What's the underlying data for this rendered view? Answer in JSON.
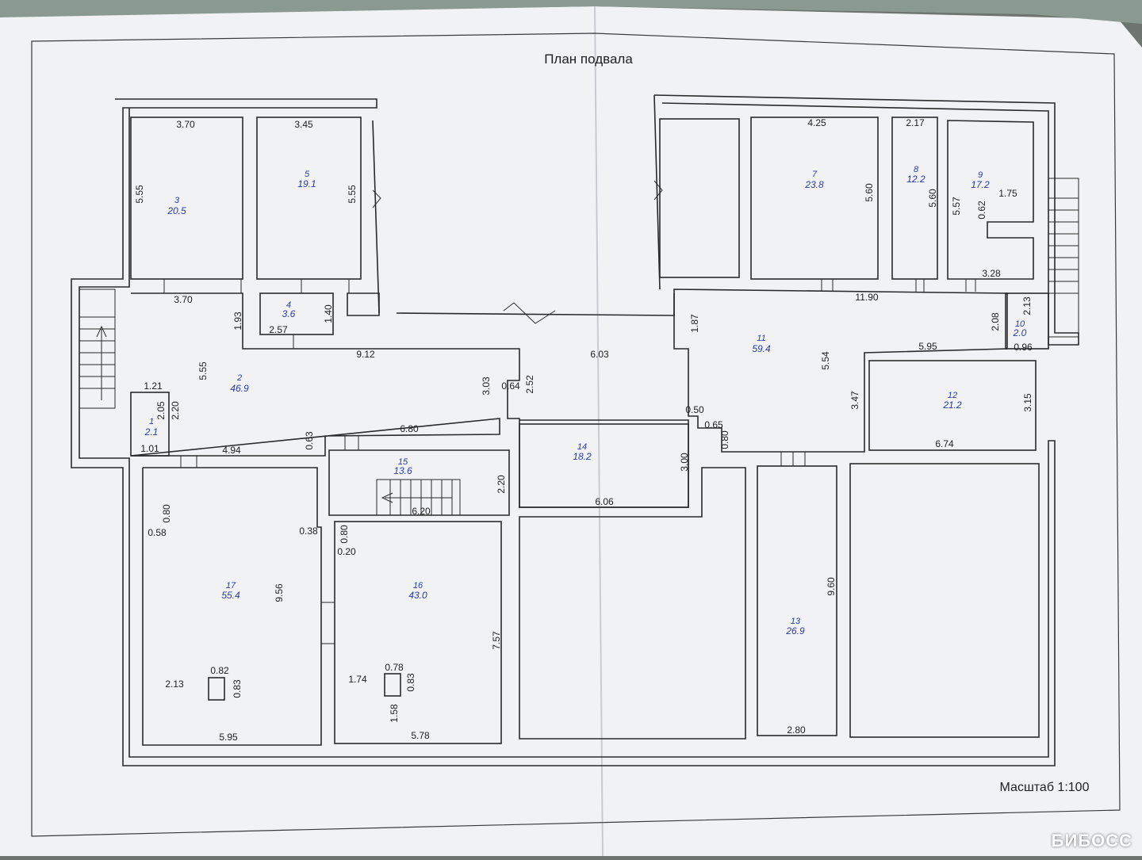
{
  "title": "План подвала",
  "scale": "Масштаб 1:100",
  "watermark": "БИБОСС",
  "rooms": [
    {
      "num": "1",
      "area": "2.1"
    },
    {
      "num": "2",
      "area": "46.9"
    },
    {
      "num": "3",
      "area": "20.5"
    },
    {
      "num": "4",
      "area": "3.6"
    },
    {
      "num": "5",
      "area": "19.1"
    },
    {
      "num": "7",
      "area": "23.8"
    },
    {
      "num": "8",
      "area": "12.2"
    },
    {
      "num": "9",
      "area": "17.2"
    },
    {
      "num": "10",
      "area": "2.0"
    },
    {
      "num": "11",
      "area": "59.4"
    },
    {
      "num": "12",
      "area": "21.2"
    },
    {
      "num": "13",
      "area": "26.9"
    },
    {
      "num": "14",
      "area": "18.2"
    },
    {
      "num": "15",
      "area": "13.6"
    },
    {
      "num": "16",
      "area": "43.0"
    },
    {
      "num": "17",
      "area": "55.4"
    }
  ],
  "dimensions": [
    "3.70",
    "3.45",
    "5.55",
    "5.55",
    "4.25",
    "5.60",
    "2.17",
    "5.60",
    "5.57",
    "0.62",
    "1.75",
    "3.28",
    "3.70",
    "1.93",
    "1.40",
    "2.57",
    "9.12",
    "6.03",
    "1.87",
    "11.90",
    "2.13",
    "2.08",
    "0.96",
    "5.95",
    "5.54",
    "5.55",
    "1.21",
    "2.05",
    "2.20",
    "1.01",
    "4.94",
    "0.63",
    "6.80",
    "3.03",
    "0.64",
    "2.52",
    "0.50",
    "0.65",
    "0.80",
    "3.47",
    "3.15",
    "6.74",
    "2.20",
    "6.20",
    "3.00",
    "6.06",
    "0.80",
    "0.58",
    "0.38",
    "0.80",
    "0.20",
    "9.56",
    "7.57",
    "9.60",
    "0.82",
    "0.83",
    "2.13",
    "0.78",
    "0.83",
    "1.74",
    "1.58",
    "5.95",
    "5.78",
    "2.80"
  ]
}
